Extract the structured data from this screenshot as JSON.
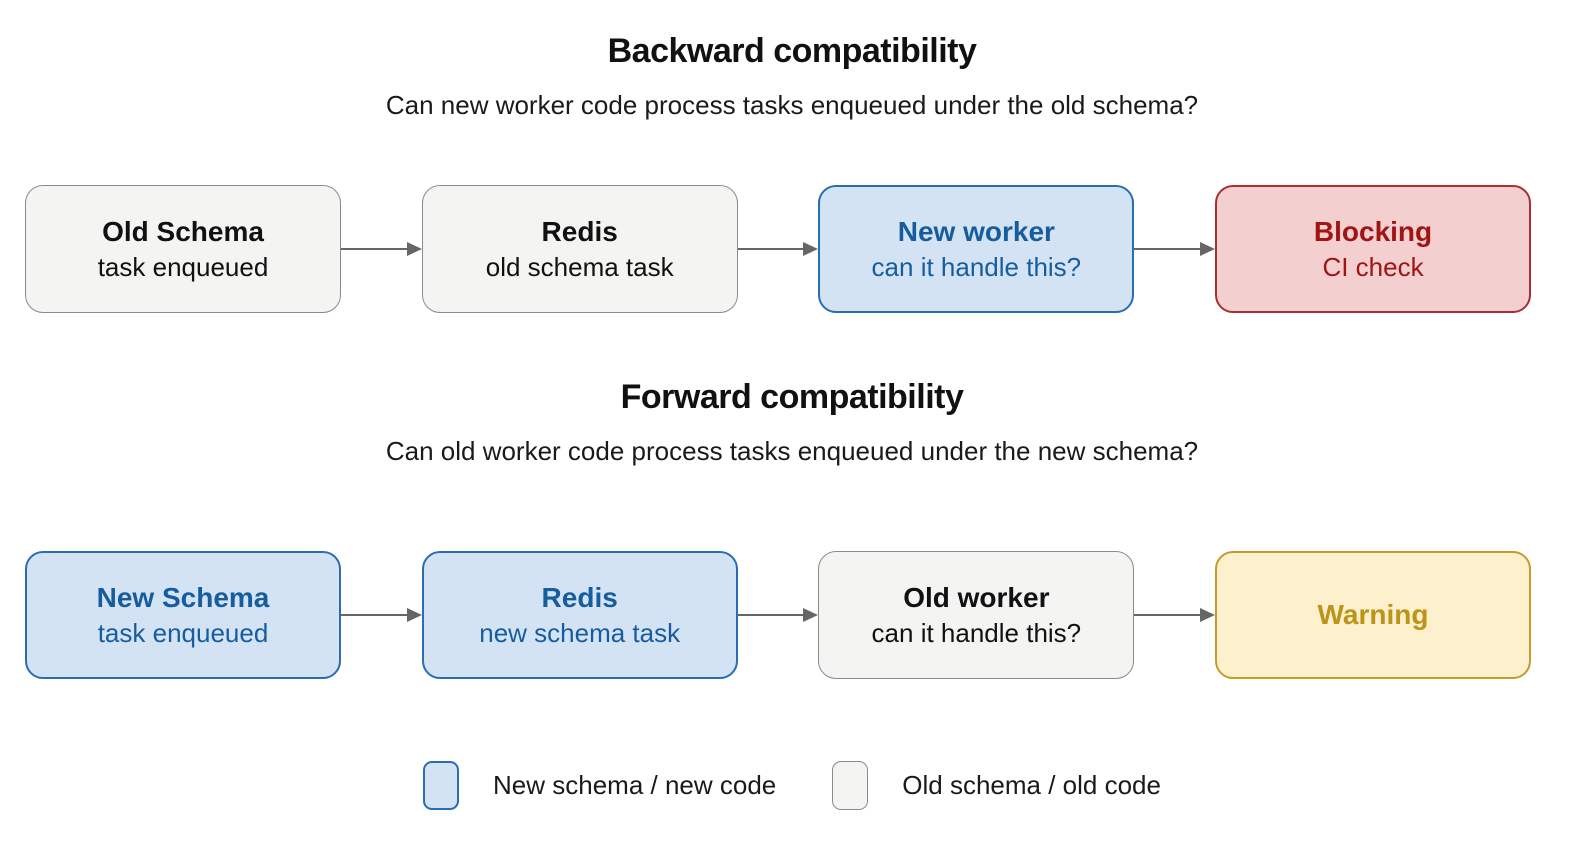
{
  "sections": [
    {
      "id": "backward",
      "title": "Backward compatibility",
      "subtitle": "Can new worker code process tasks enqueued under the old schema?",
      "nodes": [
        {
          "title": "Old Schema",
          "subtitle": "task enqueued",
          "variant": "gray"
        },
        {
          "title": "Redis",
          "subtitle": "old schema task",
          "variant": "gray"
        },
        {
          "title": "New worker",
          "subtitle": "can it handle this?",
          "variant": "blue"
        },
        {
          "title": "Blocking",
          "subtitle": "CI check",
          "variant": "red"
        }
      ]
    },
    {
      "id": "forward",
      "title": "Forward compatibility",
      "subtitle": "Can old worker code process tasks enqueued under the new schema?",
      "nodes": [
        {
          "title": "New Schema",
          "subtitle": "task enqueued",
          "variant": "blue"
        },
        {
          "title": "Redis",
          "subtitle": "new schema task",
          "variant": "blue"
        },
        {
          "title": "Old worker",
          "subtitle": "can it handle this?",
          "variant": "gray"
        },
        {
          "title": "Warning",
          "subtitle": "",
          "variant": "yellow"
        }
      ]
    }
  ],
  "legend": {
    "items": [
      {
        "label": "New schema / new code",
        "variant": "blue"
      },
      {
        "label": "Old schema / old code",
        "variant": "gray"
      }
    ]
  },
  "colors": {
    "blue_fill": "#d3e3f4",
    "blue_border": "#2b6cb5",
    "blue_text": "#175d9e",
    "gray_fill": "#f4f4f2",
    "gray_border": "#8a8a8a",
    "red_fill": "#f3cfcf",
    "red_border": "#a93030",
    "red_text": "#a01414",
    "yellow_fill": "#fcf0cd",
    "yellow_border": "#c49c2a",
    "yellow_text": "#bd9418",
    "arrow": "#666666",
    "background": "#ffffff"
  }
}
